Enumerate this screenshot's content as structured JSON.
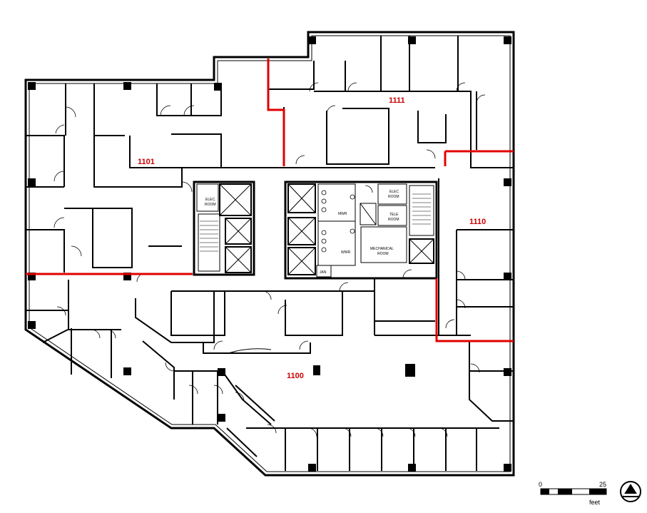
{
  "colors": {
    "wall": "#000000",
    "suite_boundary": "#e00000",
    "suite_label": "#cc0000",
    "background": "#ffffff"
  },
  "suites": [
    {
      "id": "1101",
      "label": "1101"
    },
    {
      "id": "1111",
      "label": "1111"
    },
    {
      "id": "1110",
      "label": "1110"
    },
    {
      "id": "1100",
      "label": "1100"
    }
  ],
  "rooms": {
    "elec_left": [
      "ELEC.",
      "ROOM"
    ],
    "elec_right": [
      "ELEC",
      "ROOM"
    ],
    "tele": [
      "TELE",
      "ROOM"
    ],
    "mwr": "MWR",
    "wwr": "WWR",
    "mechanical": [
      "MECHANICAL",
      "ROOM"
    ],
    "jan": "JAN"
  },
  "scale": {
    "start": "0",
    "end": "25",
    "unit": "feet"
  },
  "icons": {
    "north_arrow": "north-arrow-icon"
  }
}
